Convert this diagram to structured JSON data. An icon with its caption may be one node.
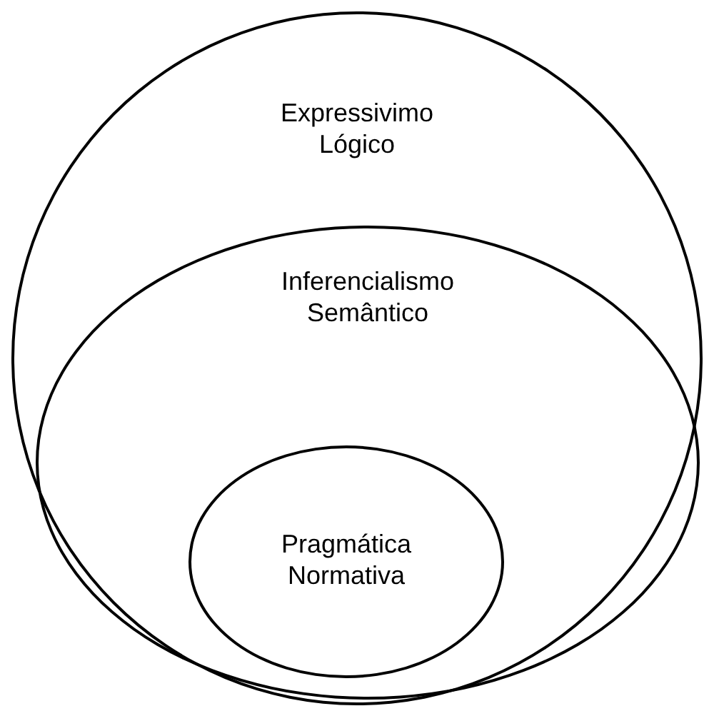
{
  "diagram": {
    "nodes": [
      {
        "text": [
          "Expressivimo Lógico"
        ]
      },
      {
        "text": [
          "Inferencialismo Semântico"
        ],
        "in": 0
      },
      {
        "text": [
          "Pragmática Normativa"
        ],
        "in": 1
      }
    ]
  }
}
